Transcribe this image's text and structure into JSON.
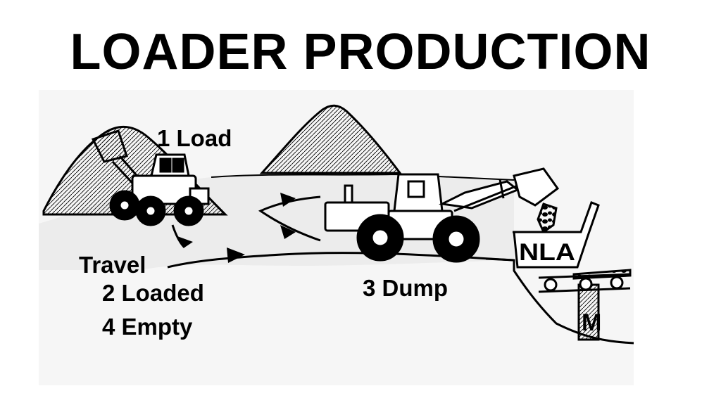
{
  "title": "LOADER PRODUCTION",
  "labels": {
    "load": "1 Load",
    "travel": "Travel",
    "loaded": "2 Loaded",
    "empty": "4 Empty",
    "dump": "3 Dump"
  },
  "hopper_text": "NLA",
  "colors": {
    "ink": "#000000",
    "background": "#ffffff",
    "ground_shade": "#f1f1f1"
  }
}
